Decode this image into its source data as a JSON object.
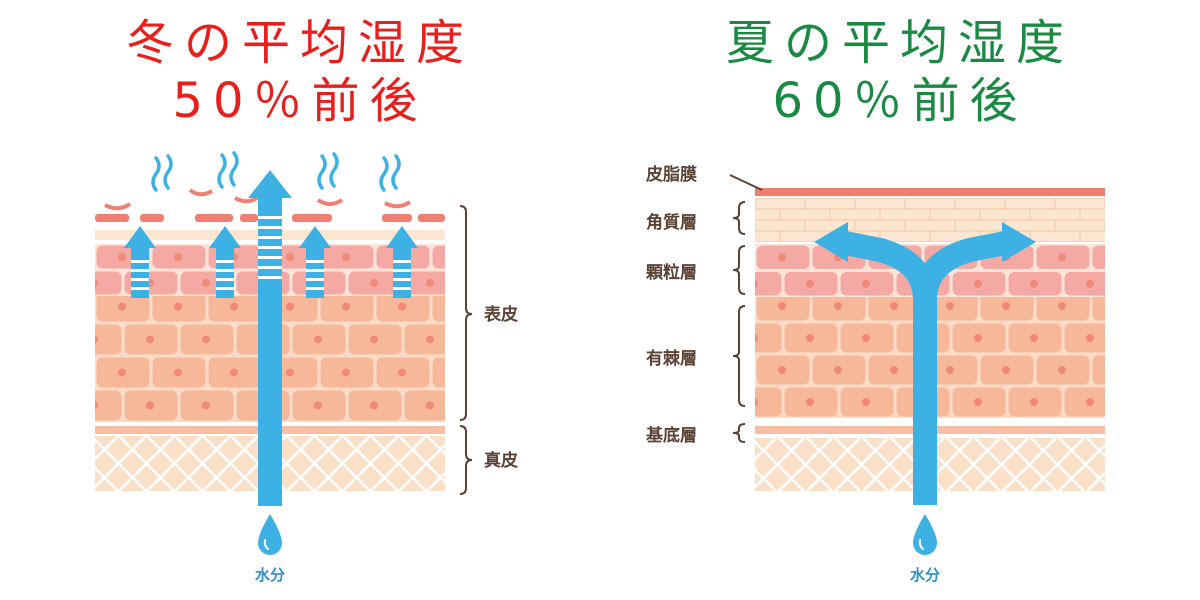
{
  "winter": {
    "title_line1": "冬の平均湿度",
    "title_line2": "50％前後",
    "title_color": "#e8201d",
    "label_epidermis": "表皮",
    "label_dermis": "真皮",
    "label_water": "水分"
  },
  "summer": {
    "title_line1": "夏の平均湿度",
    "title_line2": "60％前後",
    "title_color": "#1a8a43",
    "labels": {
      "sebum_membrane": "皮脂膜",
      "stratum_corneum": "角質層",
      "granular_layer": "顆粒層",
      "spinous_layer": "有棘層",
      "basal_layer": "基底層"
    },
    "label_water": "水分"
  },
  "colors": {
    "water": "#3db1e4",
    "cell_fill": "#f6b898",
    "cell_stroke": "#fcdcc8",
    "nucleus": "#f08a79",
    "granular_cell": "#f5a9a4",
    "sebum": "#ef7f6d",
    "cornified": "#fbe6d2",
    "dermis": "#fae0c6",
    "label_text": "#5b4234"
  },
  "icons": {
    "water_drop": "water-drop-icon",
    "steam": "steam-wave-icon",
    "arrow_up": "arrow-up-icon",
    "split_arrow": "split-arrow-icon"
  }
}
